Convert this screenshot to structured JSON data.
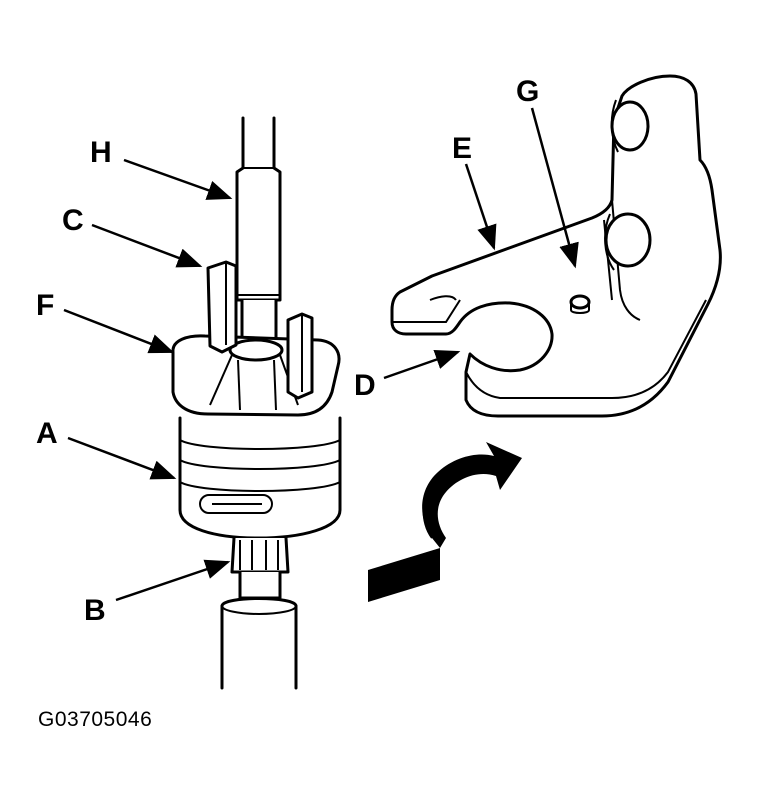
{
  "callouts": {
    "a": "A",
    "b": "B",
    "c": "C",
    "d": "D",
    "e": "E",
    "f": "F",
    "g": "G",
    "h": "H"
  },
  "figure_id": "G03705046",
  "colors": {
    "ink": "#000000",
    "paper": "#ffffff"
  }
}
